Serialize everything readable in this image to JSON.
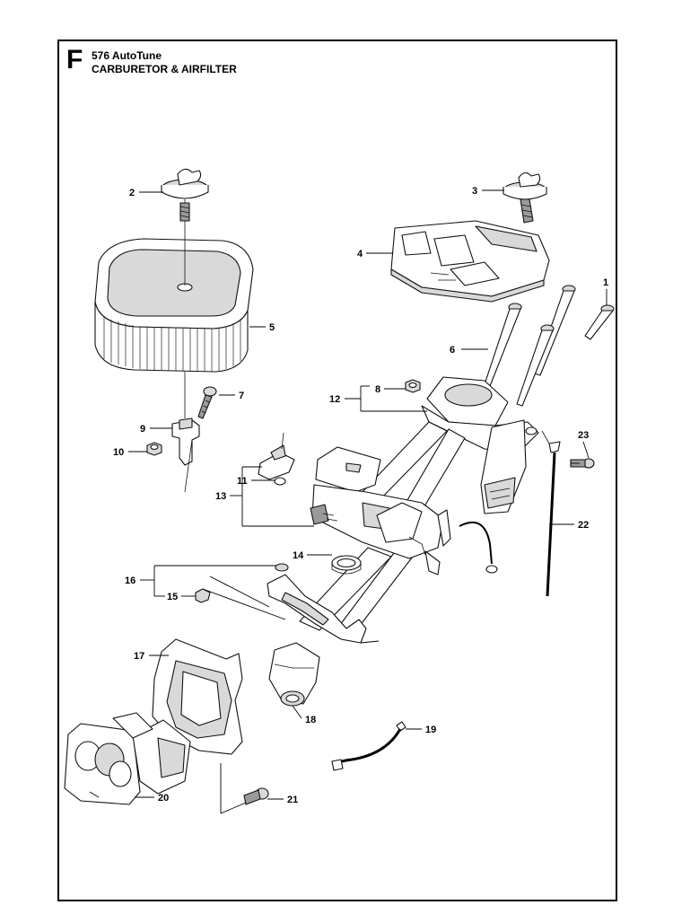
{
  "header": {
    "section_letter": "F",
    "model": "576 AutoTune",
    "title": "CARBURETOR & AIRFILTER"
  },
  "callouts": [
    "1",
    "2",
    "3",
    "4",
    "5",
    "6",
    "7",
    "8",
    "9",
    "10",
    "11",
    "12",
    "13",
    "14",
    "15",
    "16",
    "17",
    "18",
    "19",
    "20",
    "21",
    "22",
    "23"
  ]
}
